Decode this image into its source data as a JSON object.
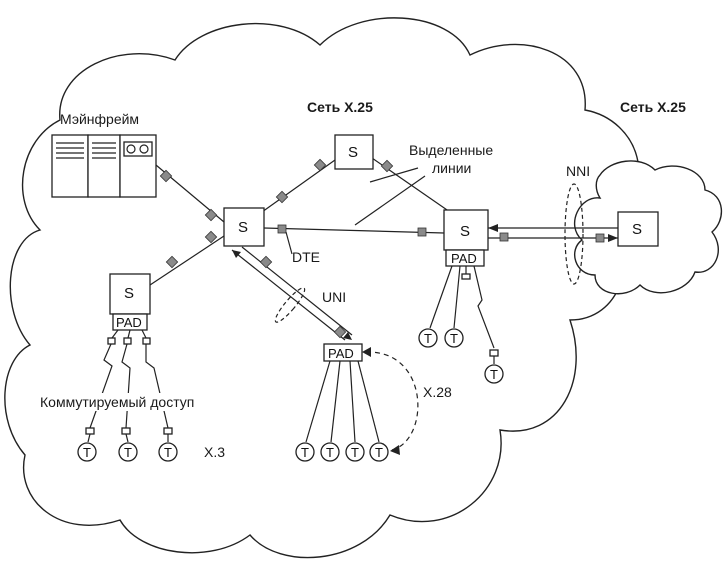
{
  "labels": {
    "mainframe": "Мэйнфрейм",
    "network_main": "Сеть X.25",
    "network_remote": "Сеть X.25",
    "leased_lines_line1": "Выделенные",
    "leased_lines_line2": "линии",
    "nni": "NNI",
    "dte": "DTE",
    "uni": "UNI",
    "x28": "X.28",
    "x3": "X.3",
    "dialup": "Коммутируемый доступ"
  },
  "nodes": {
    "switch_label": "S",
    "pad_label": "PAD",
    "terminal_label": "T"
  },
  "colors": {
    "port_fill": "#8a8a8a",
    "line": "#222222"
  }
}
